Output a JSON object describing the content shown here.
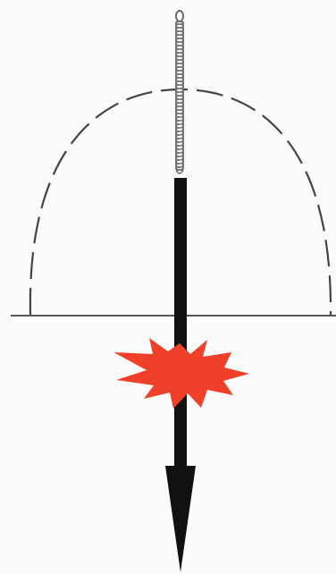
{
  "diagram": {
    "elements": [
      "twisted-cable",
      "dashed-dome",
      "ground-line",
      "downward-arrow",
      "explosion-burst"
    ],
    "colors": {
      "background": "#fbfbfb",
      "ink": "#111111",
      "ground": "#555555",
      "dome": "#444444",
      "explosion": "#f0402a",
      "cable": "#666666"
    }
  }
}
